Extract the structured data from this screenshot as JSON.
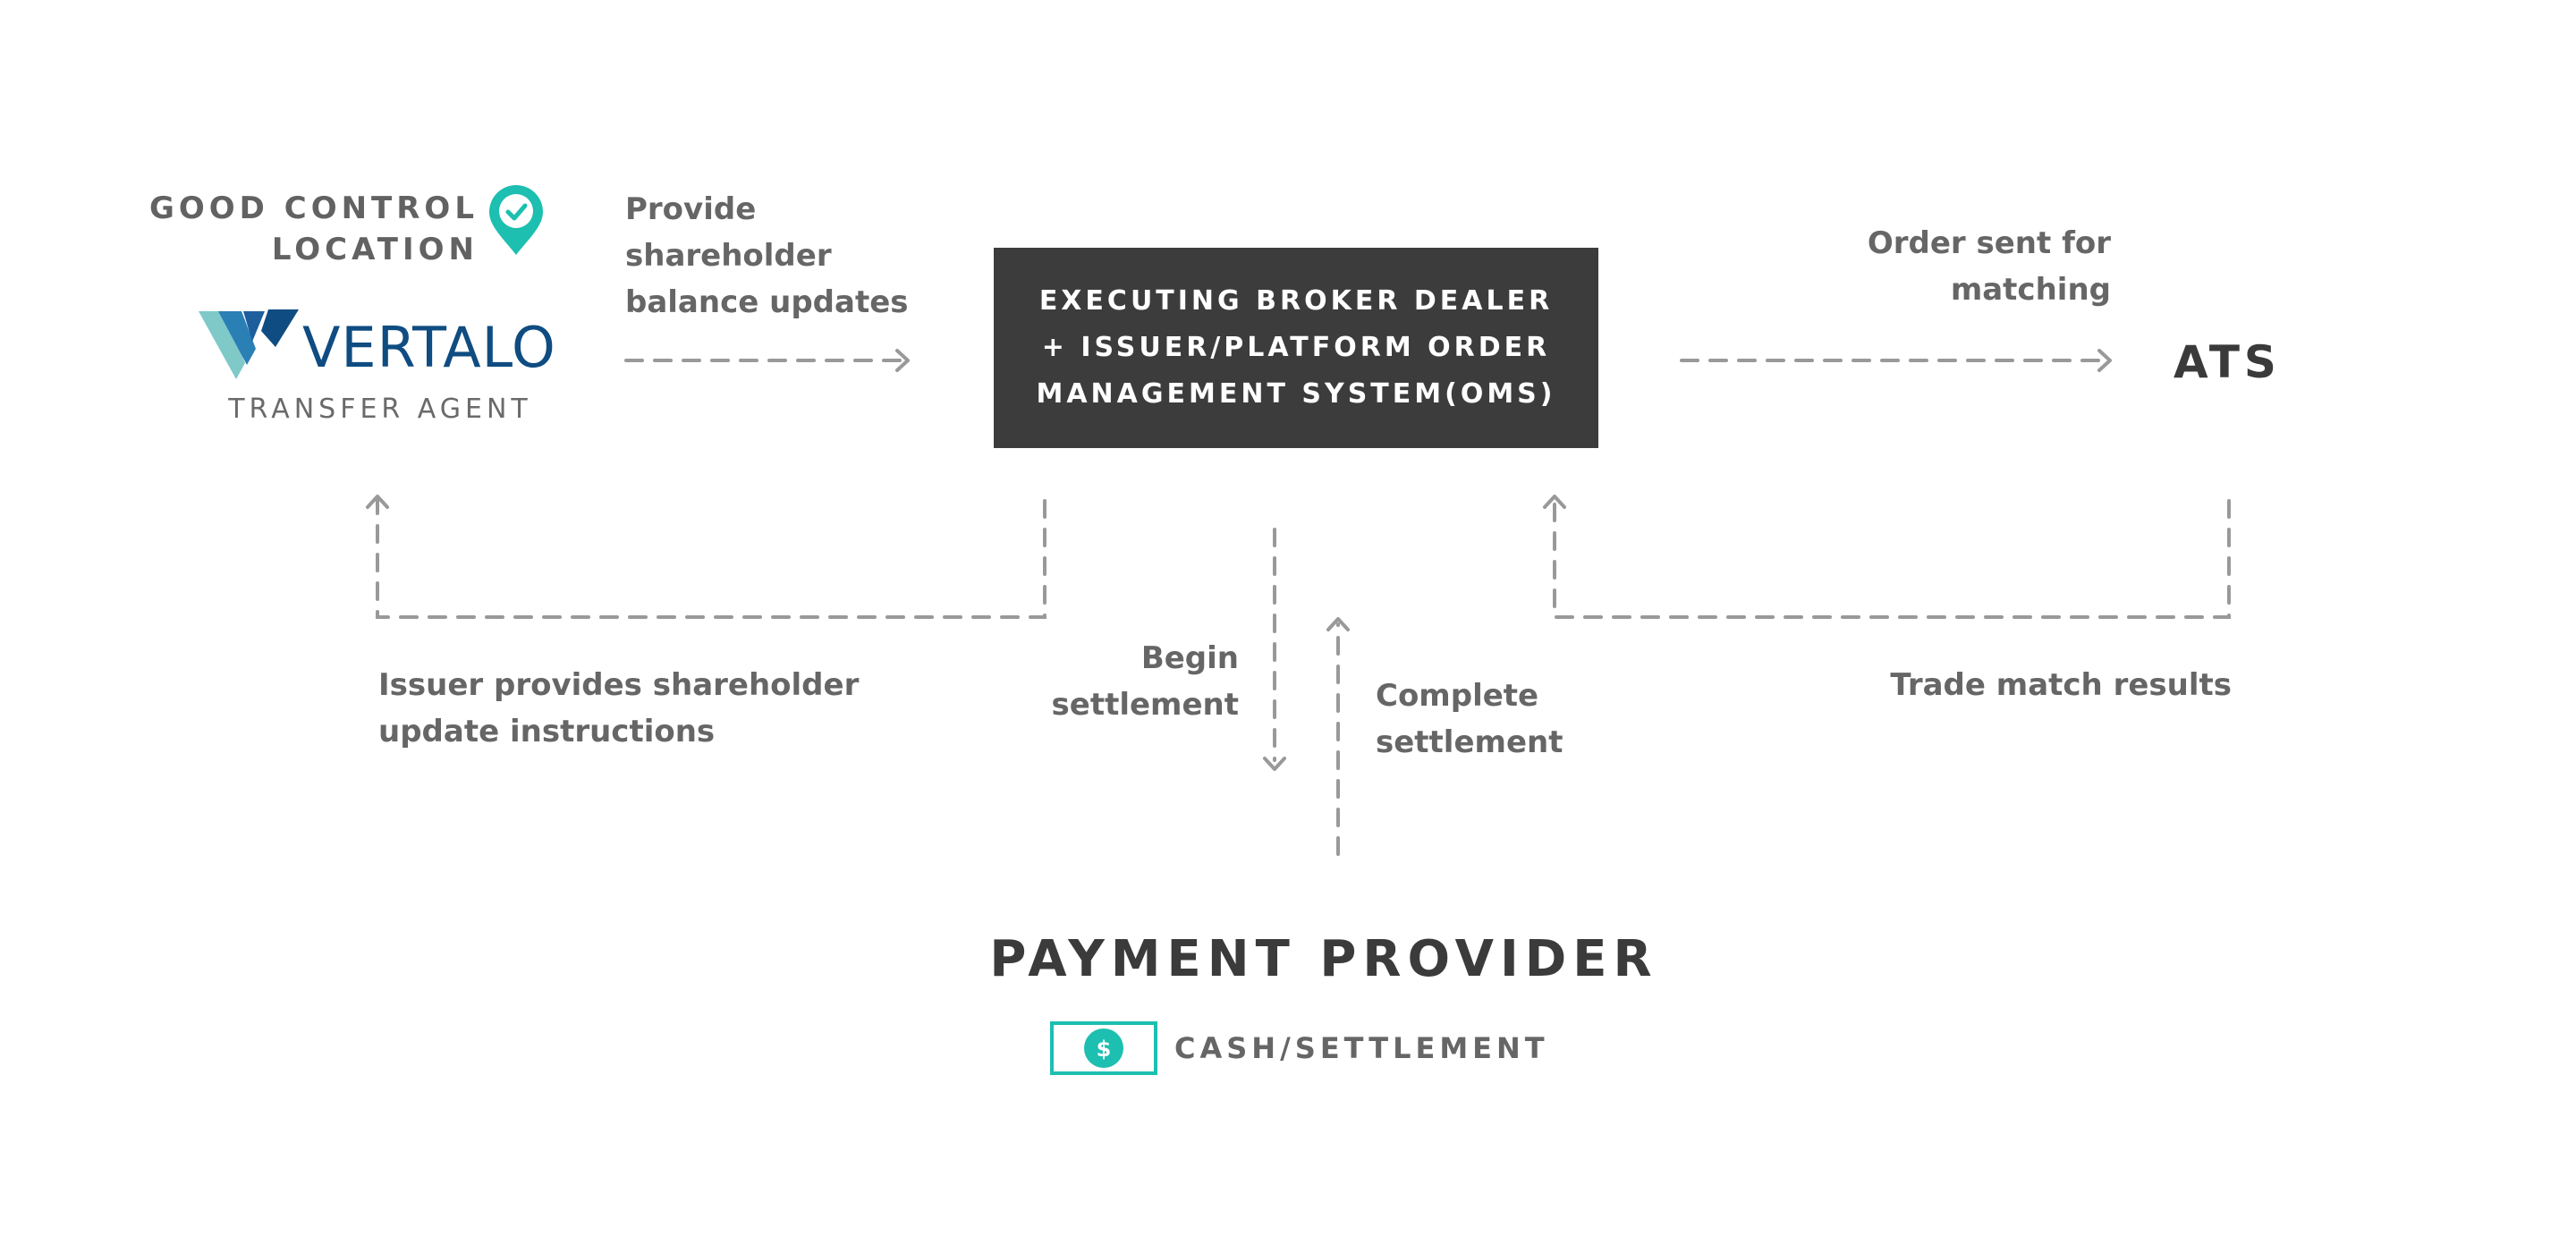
{
  "transfer_agent": {
    "badge": "GOOD CONTROL\nLOCATION",
    "logo_word": "VERTALO",
    "subtitle": "TRANSFER AGENT"
  },
  "oms": {
    "label": "EXECUTING BROKER DEALER + ISSUER/PLATFORM ORDER MANAGEMENT SYSTEM(OMS)"
  },
  "ats": {
    "label": "ATS"
  },
  "payment": {
    "title": "PAYMENT PROVIDER",
    "cash_label": "CASH/SETTLEMENT"
  },
  "flows": {
    "provide_updates": "Provide shareholder balance updates",
    "order_sent": "Order sent for matching",
    "issuer_instructions": "Issuer provides shareholder update instructions",
    "begin_settlement": "Begin settlement",
    "complete_settlement": "Complete settlement",
    "trade_match": "Trade match results"
  },
  "colors": {
    "accent": "#1cbfb0",
    "brand_blue": "#0f4c81",
    "oms_bg": "#3d3c3d",
    "arrow": "#999999"
  },
  "icons": [
    "location-check-pin-icon",
    "vertalo-logo-mark",
    "dollar-bill-icon",
    "dollar-sign-icon"
  ]
}
